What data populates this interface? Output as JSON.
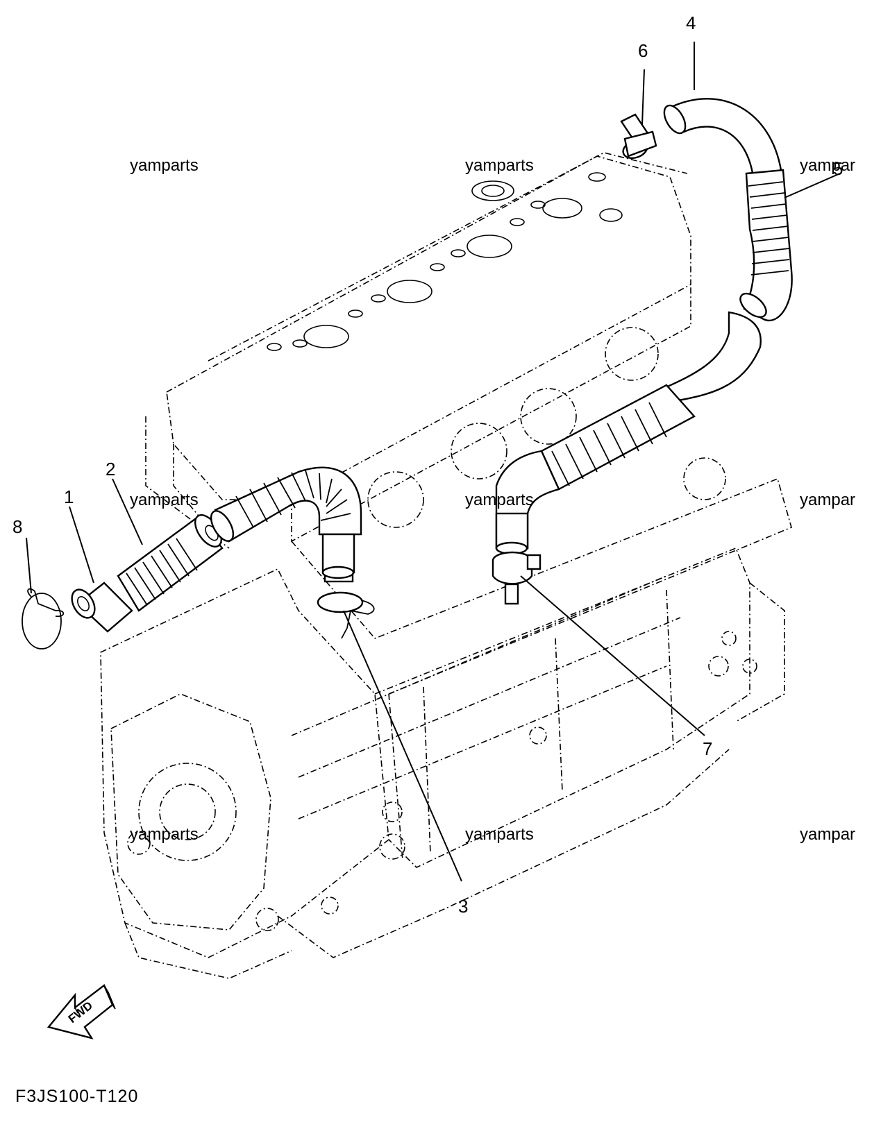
{
  "diagram": {
    "code": "F3JS100-T120",
    "fwd_label": "FWD",
    "callouts": [
      "1",
      "2",
      "3",
      "4",
      "5",
      "6",
      "7",
      "8"
    ],
    "watermark": "yamparts",
    "watermark_clipped": "yampar"
  }
}
